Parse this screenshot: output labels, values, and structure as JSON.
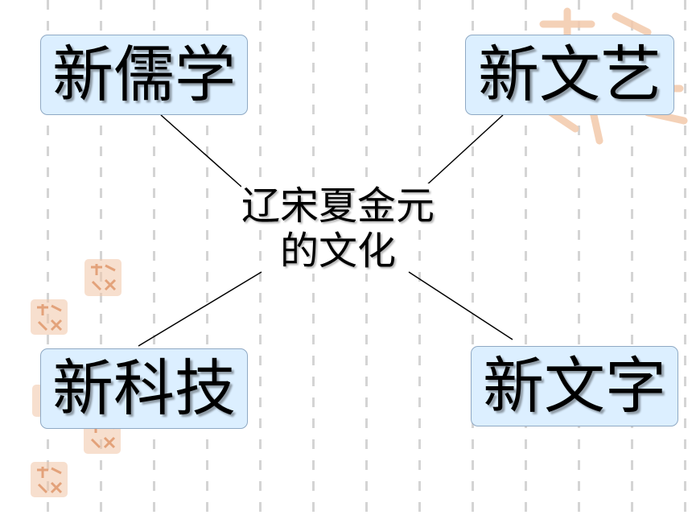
{
  "diagram": {
    "center": {
      "line1": "辽宋夏金元",
      "line2": "的文化"
    },
    "topics": {
      "top_left": "新儒学",
      "top_right": "新文艺",
      "bottom_left": "新科技",
      "bottom_right": "新文字"
    }
  },
  "colors": {
    "box_fill": "#dcefff",
    "box_border": "#8fa9c4",
    "seal": "#f0c4a5",
    "grid": "#d4d4d4",
    "line": "#000000"
  }
}
